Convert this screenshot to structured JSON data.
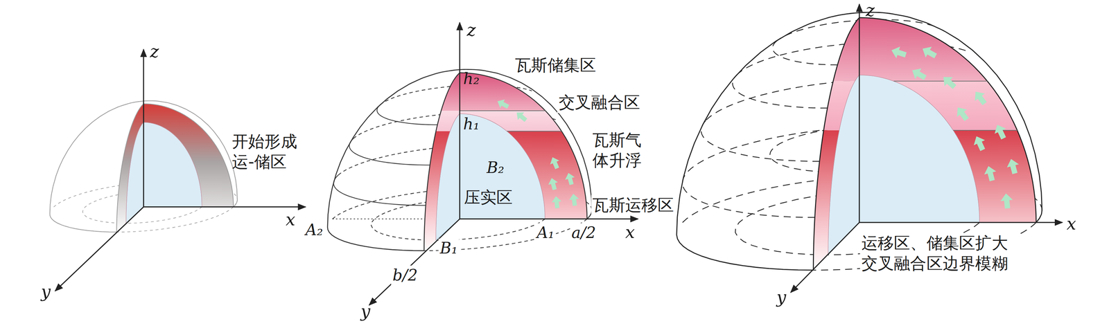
{
  "diagram": {
    "labels": [
      "z",
      "x",
      "y",
      "开始形成 运-储区",
      "z",
      "h₂",
      "瓦斯储集区",
      "交叉融合区",
      "h₁",
      "瓦斯气 体升浮",
      "B₂",
      "压实区",
      "瓦斯运移区",
      "A₂",
      "B₁",
      "A₁",
      "a/2",
      "x",
      "b/2",
      "y",
      "z",
      "x",
      "y",
      "运移区、储集区扩大 交叉融合区边界模糊"
    ]
  }
}
